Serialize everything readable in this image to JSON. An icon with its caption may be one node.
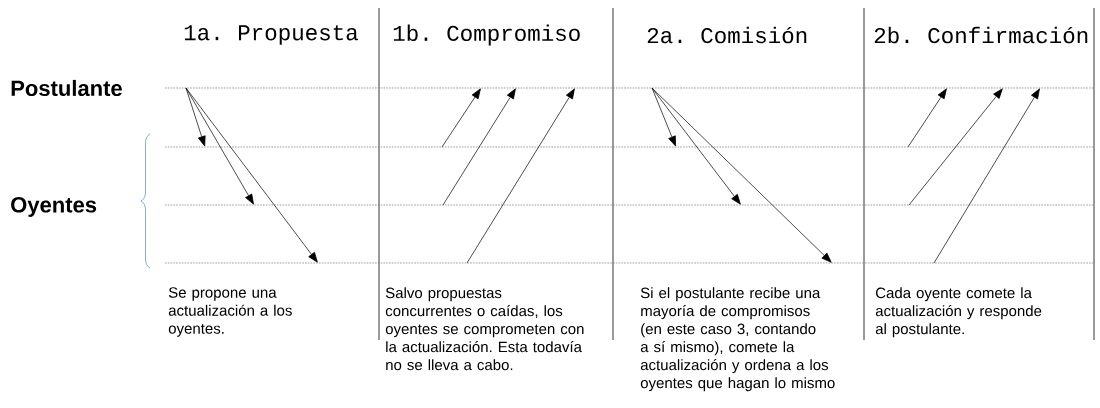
{
  "diagram": {
    "nodes": [
      {
        "text": [],
        "shape": "line"
      },
      {
        "text": [],
        "shape": "line"
      },
      {
        "text": [],
        "shape": "line"
      },
      {
        "text": [],
        "shape": "line"
      }
    ],
    "edges": [
      {
        "from": 0,
        "to": 1,
        "arrow": "to"
      },
      {
        "from": 0,
        "to": 2,
        "arrow": "to"
      },
      {
        "from": 0,
        "to": 3,
        "arrow": "to"
      },
      {
        "from": 1,
        "to": 0,
        "arrow": "to"
      },
      {
        "from": 2,
        "to": 0,
        "arrow": "to"
      },
      {
        "from": 3,
        "to": 0,
        "arrow": "to"
      },
      {
        "from": 0,
        "to": 1,
        "arrow": "to"
      },
      {
        "from": 0,
        "to": 2,
        "arrow": "to"
      },
      {
        "from": 0,
        "to": 3,
        "arrow": "to"
      },
      {
        "from": 1,
        "to": 0,
        "arrow": "to"
      },
      {
        "from": 2,
        "to": 0,
        "arrow": "to"
      },
      {
        "from": 3,
        "to": 0,
        "arrow": "to"
      }
    ],
    "labels": [
      "1a. Propuesta",
      "1b. Compromiso",
      "2a. Comisión",
      "2b. Confirmación",
      "Postulante",
      "Oyentes",
      "Se propone una actualización a los oyentes.",
      "Salvo propuestas concurrentes o caídas, los oyentes se comprometen con la actualización. Esta todavía no se lleva a cabo.",
      "Si el postulante recibe una mayoría de compromisos (en este caso 3, contando a sí mismo), comete la actualización y ordena a los oyentes que hagan lo mismo",
      "Cada oyente comete la actualización y responde al postulante."
    ]
  }
}
